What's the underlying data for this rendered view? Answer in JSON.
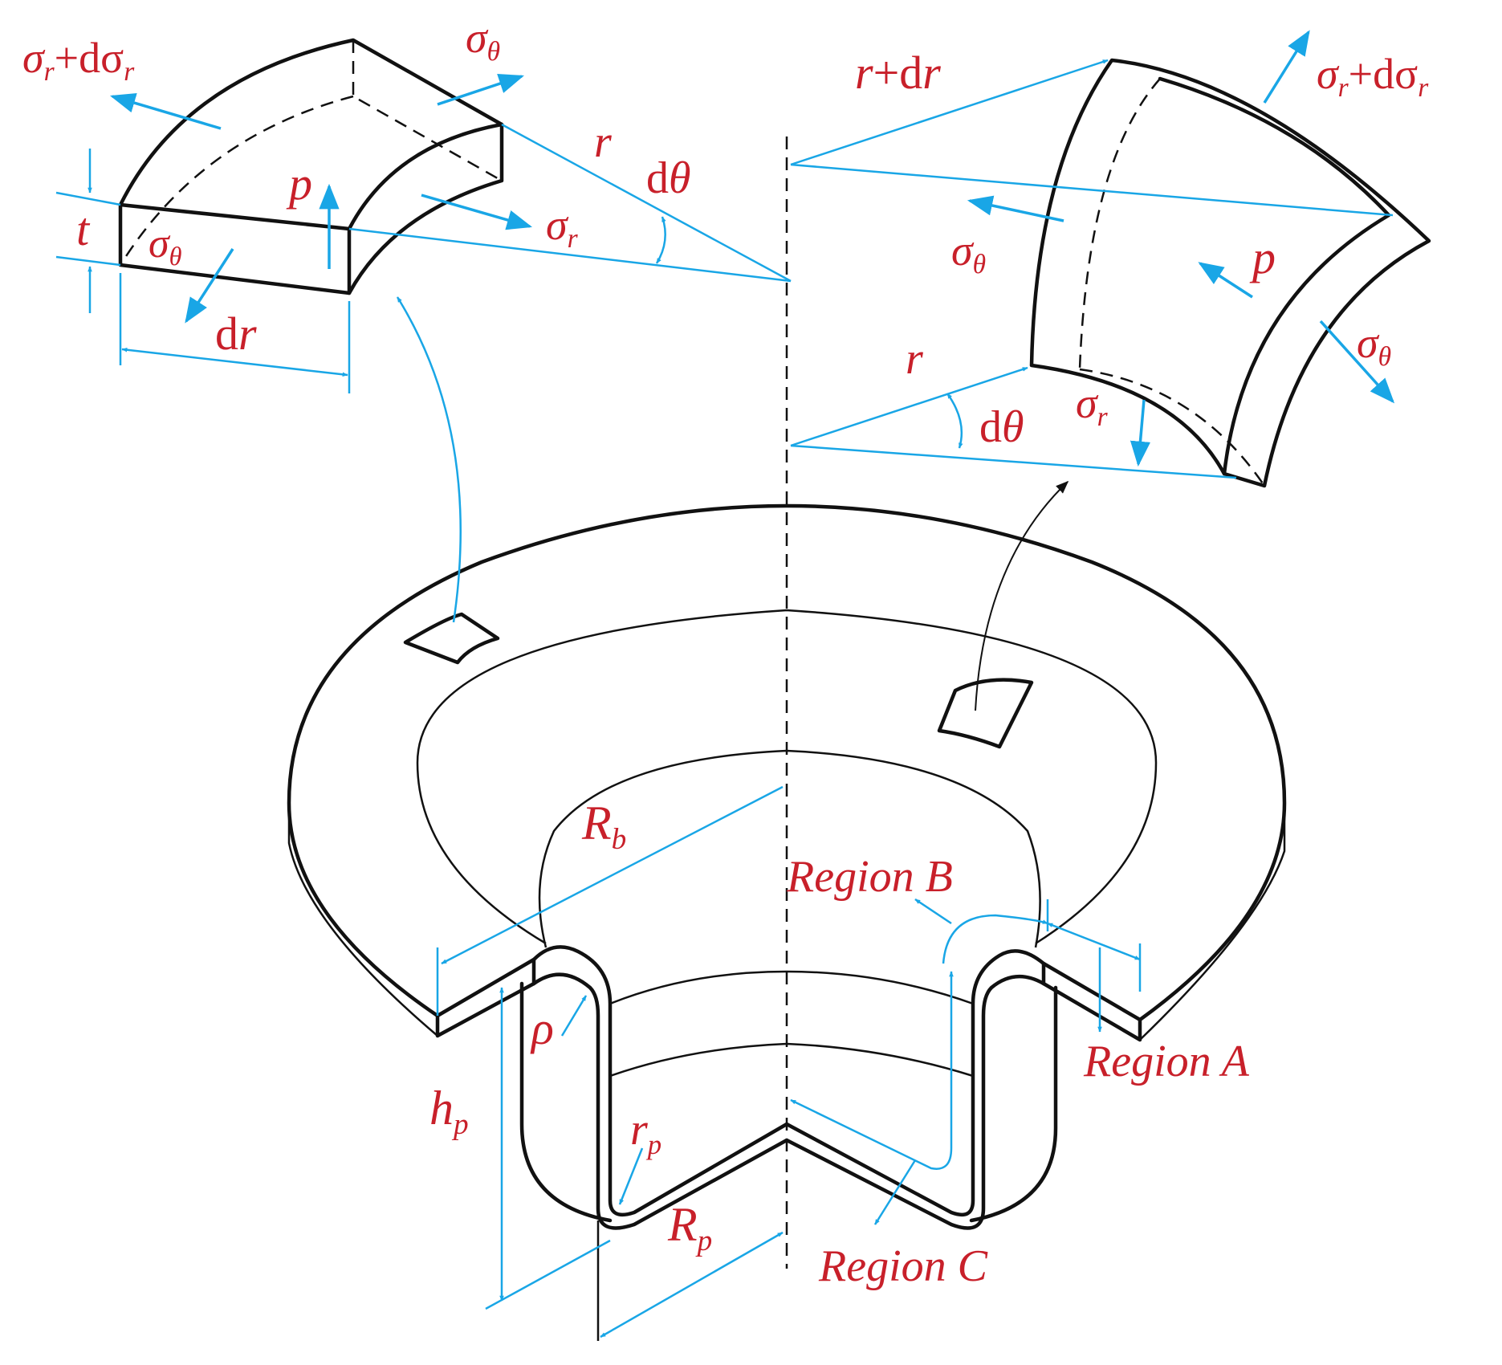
{
  "labels": {
    "left_element": {
      "sr_plus": {
        "sym": "σ",
        "sub": "r",
        "mid": "+dσ",
        "sub2": "r"
      },
      "stheta_top": {
        "sym": "σ",
        "sub": "θ"
      },
      "r": "r",
      "dtheta": {
        "d": "d",
        "sym": "θ"
      },
      "p": "p",
      "sr": {
        "sym": "σ",
        "sub": "r"
      },
      "t": "t",
      "stheta_left": {
        "sym": "σ",
        "sub": "θ"
      },
      "dr": {
        "d": "d",
        "sym": "r"
      }
    },
    "right_element": {
      "r_plus_dr": {
        "r1": "r",
        "mid": "+d",
        "r2": "r"
      },
      "sr_plus": {
        "sym": "σ",
        "sub": "r",
        "mid": "+dσ",
        "sub2": "r"
      },
      "stheta_mid": {
        "sym": "σ",
        "sub": "θ"
      },
      "p": "p",
      "stheta_right": {
        "sym": "σ",
        "sub": "θ"
      },
      "r": "r",
      "dtheta": {
        "d": "d",
        "sym": "θ"
      },
      "sr": {
        "sym": "σ",
        "sub": "r"
      }
    },
    "part": {
      "Rb": {
        "sym": "R",
        "sub": "b"
      },
      "region_b": "Region B",
      "region_a": "Region A",
      "region_c": "Region C",
      "rho": "ρ",
      "hp": {
        "sym": "h",
        "sub": "p"
      },
      "rp": {
        "sym": "r",
        "sub": "p"
      },
      "Rp": {
        "sym": "R",
        "sub": "p"
      }
    }
  },
  "colors": {
    "label": "#c8202a",
    "dimension": "#19a6e6",
    "outline": "#111111",
    "background": "#ffffff"
  }
}
